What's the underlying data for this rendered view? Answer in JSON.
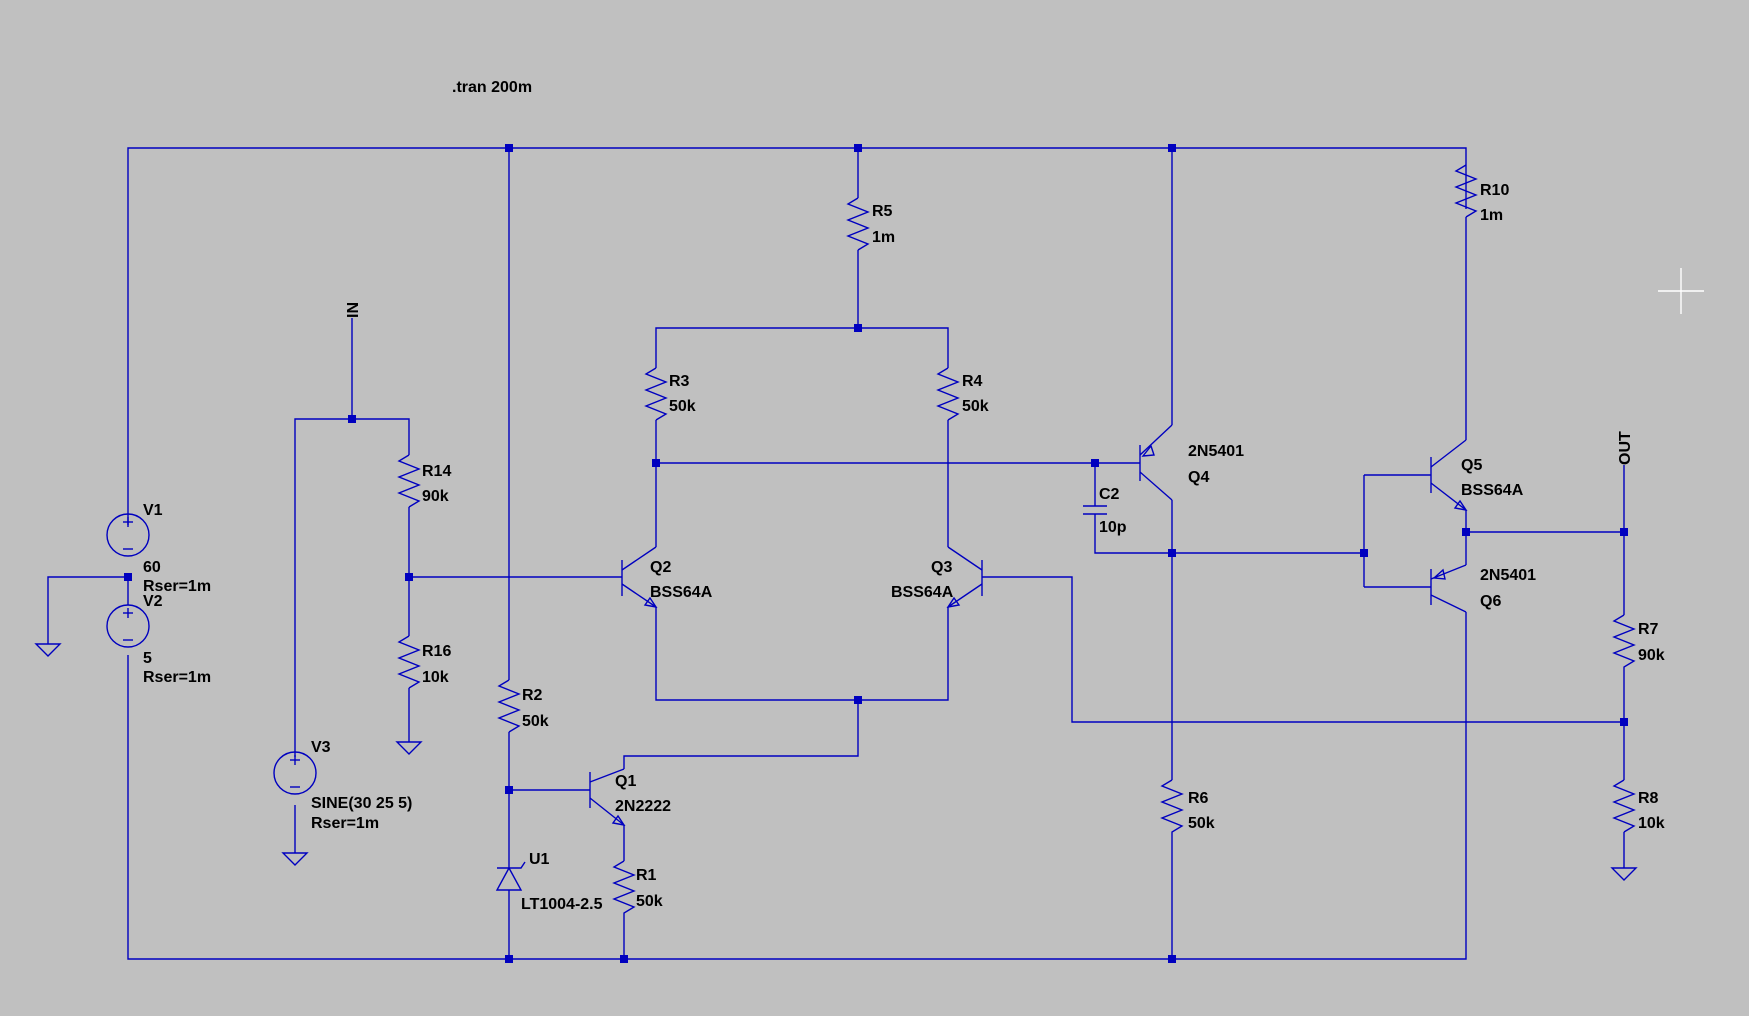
{
  "directive": ".tran 200m",
  "colors": {
    "background": "#c0c0c0",
    "wire": "#0000bf",
    "text": "#000000",
    "cursor": "#ffffff"
  },
  "net_labels": {
    "in": "IN",
    "out": "OUT"
  },
  "components": {
    "V1": {
      "ref": "V1",
      "value": "60",
      "extra": "Rser=1m"
    },
    "V2": {
      "ref": "V2",
      "value": "5",
      "extra": "Rser=1m"
    },
    "V3": {
      "ref": "V3",
      "value": "SINE(30 25 5)",
      "extra": "Rser=1m"
    },
    "R1": {
      "ref": "R1",
      "value": "50k"
    },
    "R2": {
      "ref": "R2",
      "value": "50k"
    },
    "R3": {
      "ref": "R3",
      "value": "50k"
    },
    "R4": {
      "ref": "R4",
      "value": "50k"
    },
    "R5": {
      "ref": "R5",
      "value": "1m"
    },
    "R6": {
      "ref": "R6",
      "value": "50k"
    },
    "R7": {
      "ref": "R7",
      "value": "90k"
    },
    "R8": {
      "ref": "R8",
      "value": "10k"
    },
    "R10": {
      "ref": "R10",
      "value": "1m"
    },
    "R14": {
      "ref": "R14",
      "value": "90k"
    },
    "R16": {
      "ref": "R16",
      "value": "10k"
    },
    "C2": {
      "ref": "C2",
      "value": "10p"
    },
    "U1": {
      "ref": "U1",
      "value": "LT1004-2.5"
    },
    "Q1": {
      "ref": "Q1",
      "value": "2N2222"
    },
    "Q2": {
      "ref": "Q2",
      "value": "BSS64A"
    },
    "Q3": {
      "ref": "Q3",
      "value": "BSS64A"
    },
    "Q4": {
      "ref": "Q4",
      "value": "2N5401"
    },
    "Q5": {
      "ref": "Q5",
      "value": "BSS64A"
    },
    "Q6": {
      "ref": "Q6",
      "value": "2N5401"
    }
  }
}
